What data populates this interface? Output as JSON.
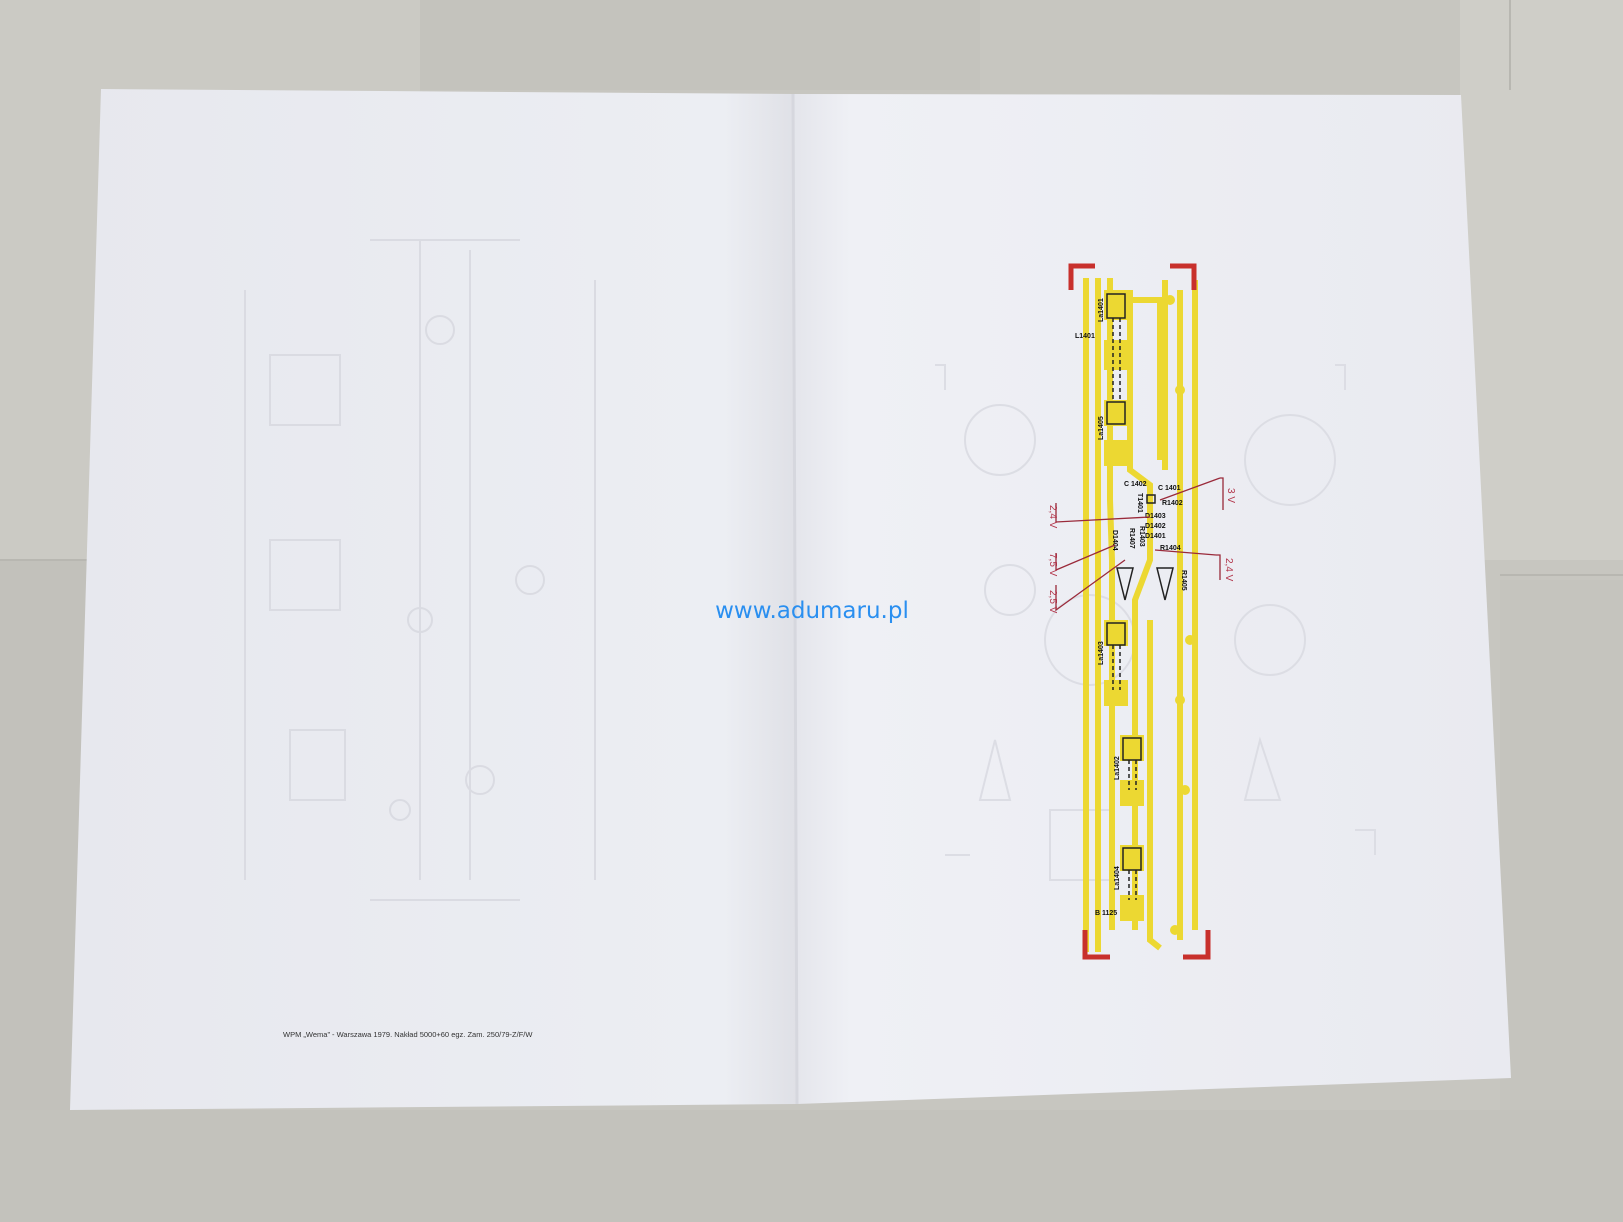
{
  "watermark": "www.adumaru.pl",
  "footer": "WPM „Wema” - Warszawa 1979. Nakład 5000+60 egz. Zam. 250/79-Z/F/W",
  "pcb": {
    "board_id": "B 1125",
    "components": [
      "L1401",
      "La1401",
      "La1405",
      "C 1402",
      "C 1401",
      "T1401",
      "R1402",
      "D1403",
      "D1402",
      "D1401",
      "R1404",
      "R1403",
      "R1407",
      "D1404",
      "R1405",
      "La1403",
      "La1402",
      "La1404"
    ]
  },
  "voltages": {
    "v1": "3 V",
    "v2": "2,4 V",
    "v3": "7,5 V",
    "v4": "2,5 V",
    "v5": "2,4 V"
  },
  "colors": {
    "watermark": "#2a8ff0",
    "copper_trace": "#ecd832",
    "registration_mark": "#c8302c",
    "voltage_line": "#9a2a3a"
  }
}
